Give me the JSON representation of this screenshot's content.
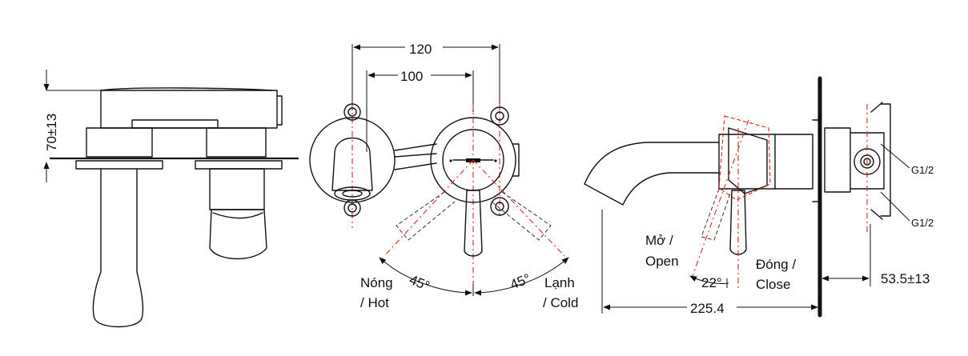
{
  "side_view": {
    "height_dim": "70±13"
  },
  "front_view": {
    "width_outer": "120",
    "width_inner": "100",
    "hot_label_line1": "Nóng",
    "hot_label_line2": "/ Hot",
    "cold_label_line1": "Lạnh",
    "cold_label_line2": "/ Cold",
    "angle_left": "45°",
    "angle_right": "45°"
  },
  "profile_view": {
    "open_label_line1": "Mở /",
    "open_label_line2": "Open",
    "close_label_line1": "Đóng /",
    "close_label_line2": "Close",
    "angle_open": "22°",
    "spout_length": "225.4",
    "body_depth": "53.5±13",
    "thread_top": "G1/2",
    "thread_bottom": "G1/2"
  }
}
